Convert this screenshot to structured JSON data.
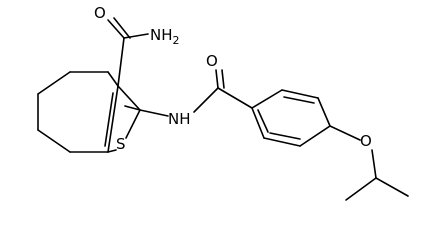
{
  "molecule": {
    "atoms": {
      "carbonyl_o_amide": "O",
      "amide_nh2": "NH",
      "amide_nh2_sub": "2",
      "ring_s": "S",
      "amide_nh": "NH",
      "carbonyl_o_benzoyl": "O",
      "ether_o": "O"
    },
    "colors": {
      "bond": "#000000",
      "label": "#000000",
      "background": "#ffffff"
    }
  }
}
